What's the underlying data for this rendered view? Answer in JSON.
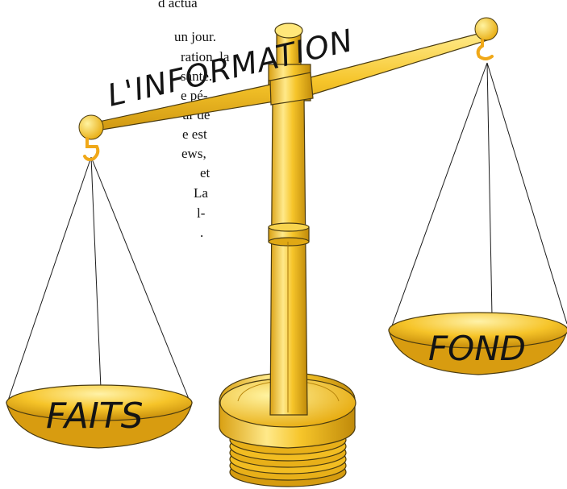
{
  "scale_title": "L'INFORMATION",
  "left_pan_label": "FAITS",
  "right_pan_label": "FOND",
  "background_text_fragments": [
    "d actua",
    "un jour.",
    "ration, la",
    "sante.",
    "e pé-",
    "ur de",
    "e est",
    "ews,",
    "et",
    "La",
    "l-",
    "."
  ],
  "colors": {
    "gold_light": "#ffe36a",
    "gold_mid": "#f5c024",
    "gold_dark": "#c98f0c",
    "outline": "#4a3b10",
    "hook": "#f0a818"
  }
}
